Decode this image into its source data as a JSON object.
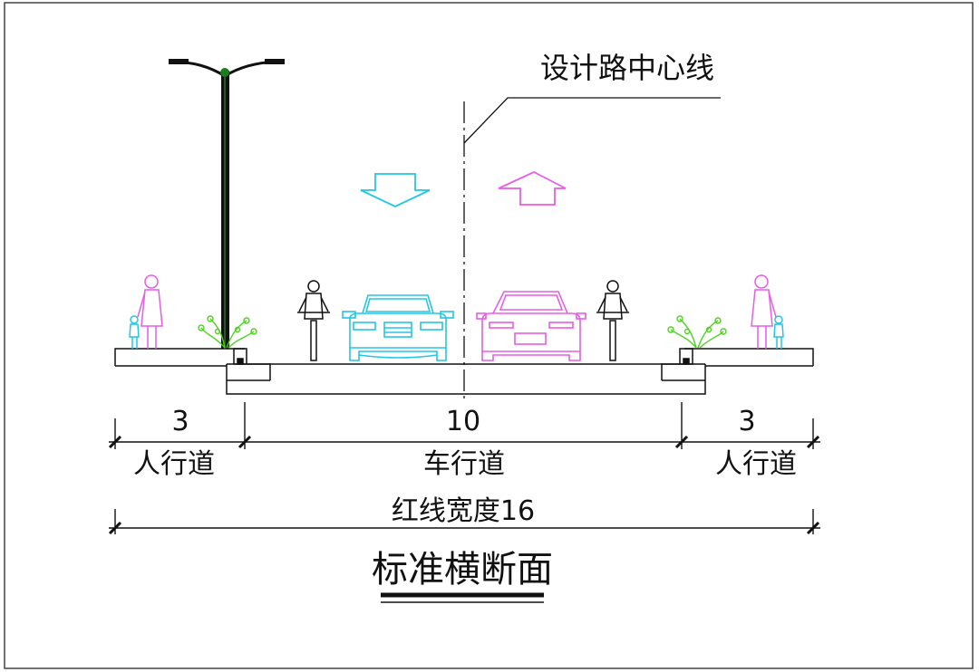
{
  "centerline_label": "设计路中心线",
  "dimensions": [
    {
      "value": "3",
      "label": "人行道"
    },
    {
      "value": "10",
      "label": "车行道"
    },
    {
      "value": "3",
      "label": "人行道"
    }
  ],
  "total_width_label": "红线宽度16",
  "title": "标准横断面",
  "colors": {
    "line": "#111111",
    "cyan": "#22c6e6",
    "magenta": "#e85ce8",
    "green": "#4fd11f"
  }
}
